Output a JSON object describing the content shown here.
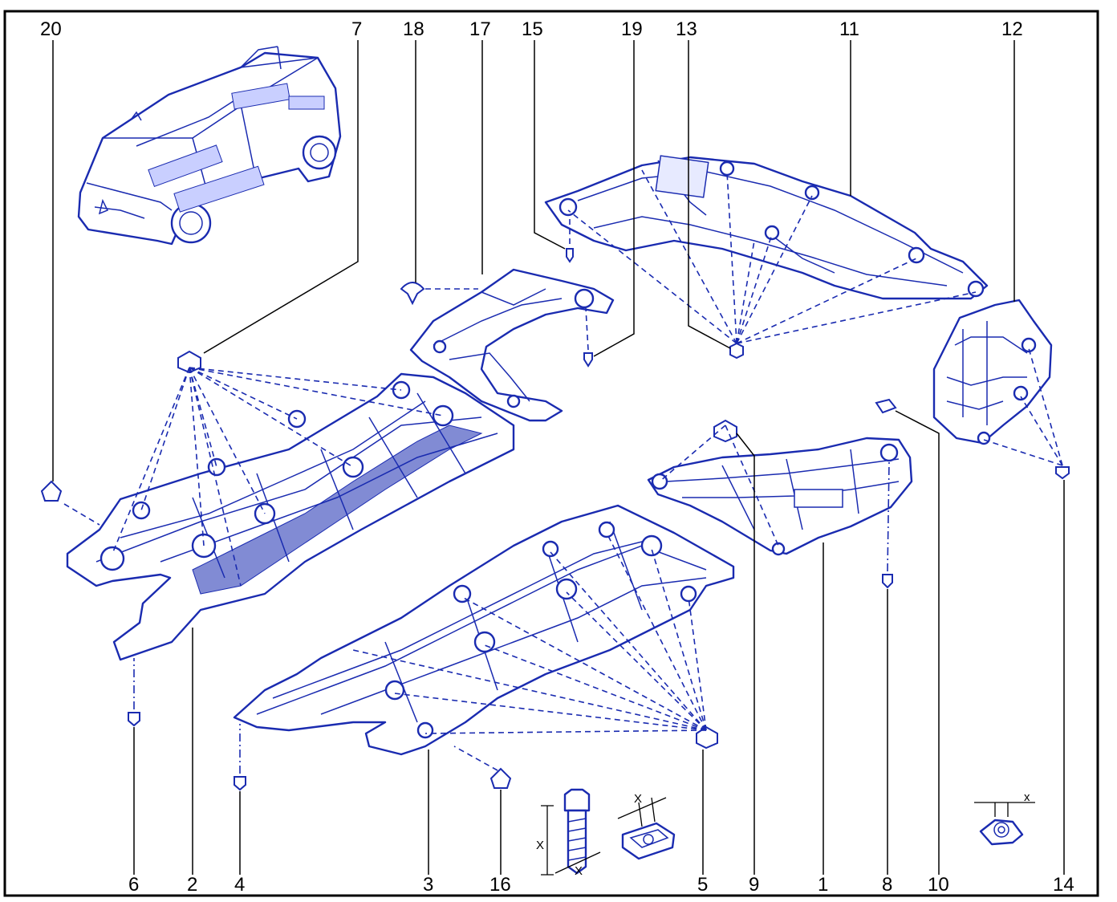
{
  "diagram": {
    "callouts": [
      {
        "id": "20",
        "label": "20"
      },
      {
        "id": "7",
        "label": "7"
      },
      {
        "id": "18",
        "label": "18"
      },
      {
        "id": "17",
        "label": "17"
      },
      {
        "id": "15",
        "label": "15"
      },
      {
        "id": "19",
        "label": "19"
      },
      {
        "id": "13",
        "label": "13"
      },
      {
        "id": "11",
        "label": "11"
      },
      {
        "id": "12",
        "label": "12"
      },
      {
        "id": "6",
        "label": "6"
      },
      {
        "id": "2",
        "label": "2"
      },
      {
        "id": "4",
        "label": "4"
      },
      {
        "id": "3",
        "label": "3"
      },
      {
        "id": "16",
        "label": "16"
      },
      {
        "id": "5",
        "label": "5"
      },
      {
        "id": "9",
        "label": "9"
      },
      {
        "id": "1",
        "label": "1"
      },
      {
        "id": "8",
        "label": "8"
      },
      {
        "id": "10",
        "label": "10"
      },
      {
        "id": "14",
        "label": "14"
      }
    ],
    "dimension_label": "X",
    "dimension_label_small": "x",
    "colors": {
      "line_art": "#1a2bb0",
      "callout_text": "#000000",
      "frame": "#000000",
      "background": "#ffffff"
    }
  }
}
